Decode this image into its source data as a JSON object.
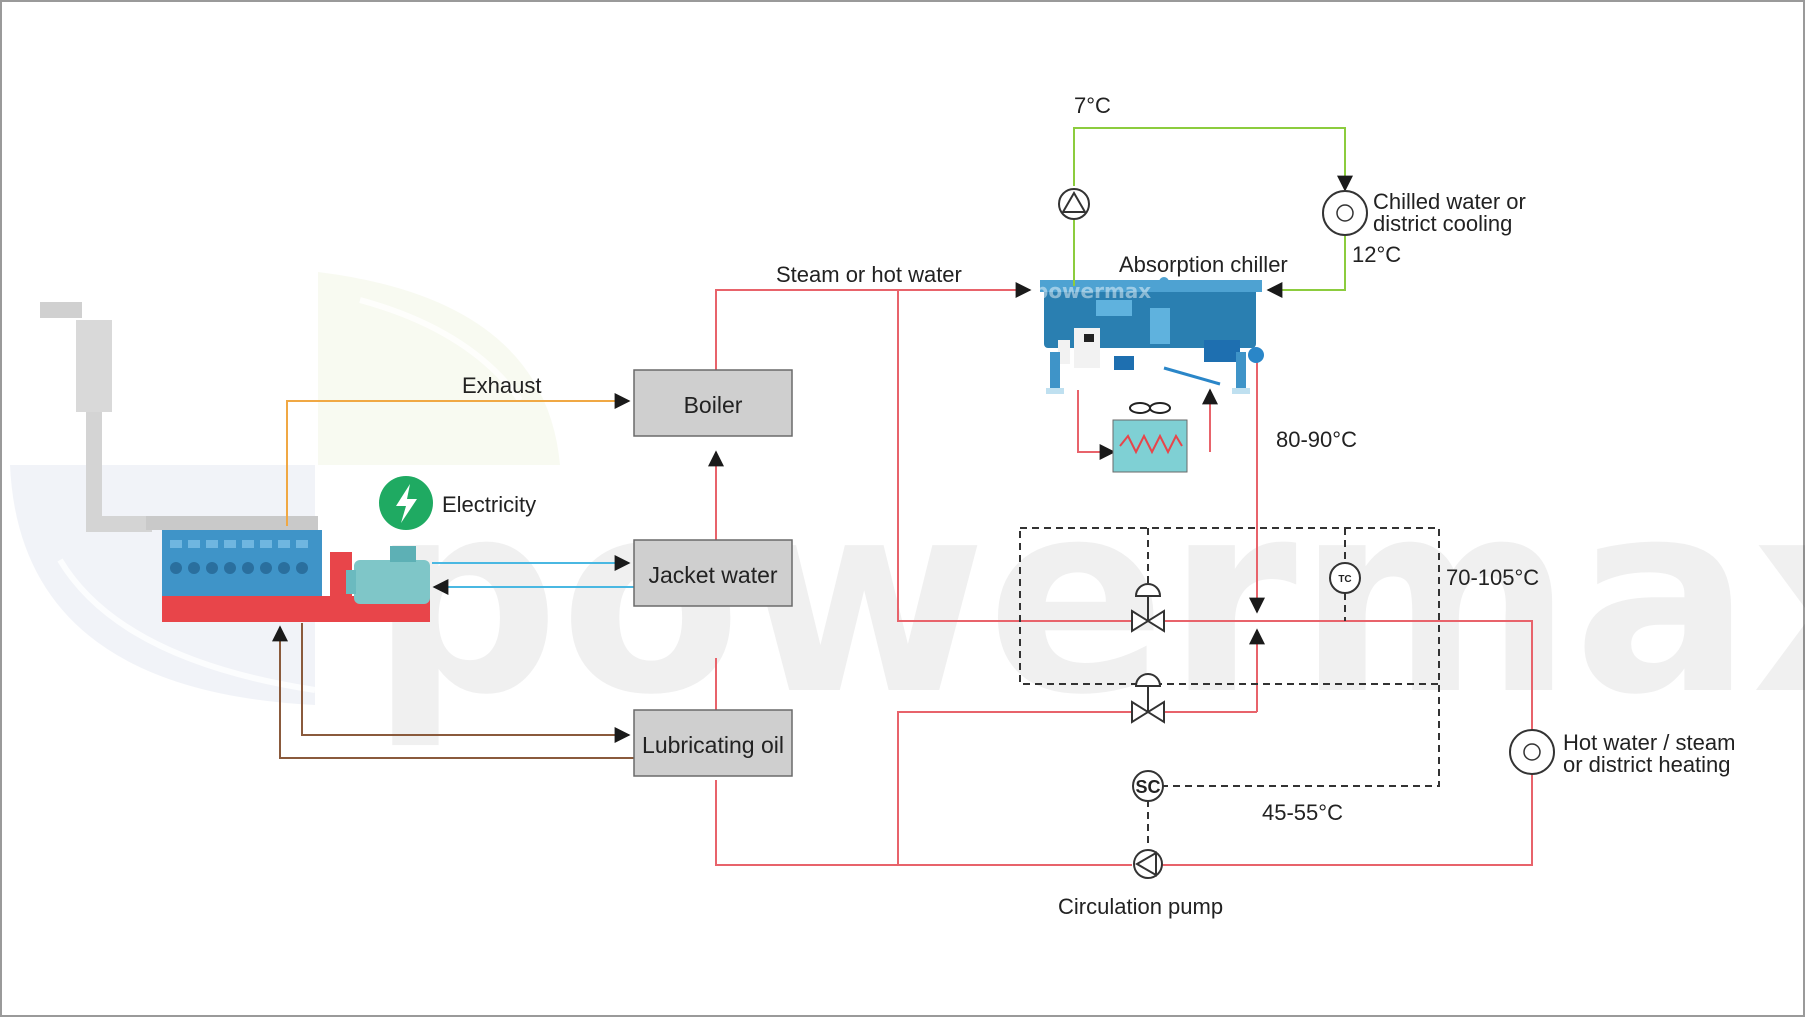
{
  "watermark": {
    "brand": "powermax"
  },
  "colors": {
    "hot_line": "#e8636b",
    "exhaust_line": "#f0a844",
    "electric_line": "#4ab8e2",
    "oil_line": "#8a5a3c",
    "chilled_line": "#8ccc3e",
    "box_fill": "#cfcfcf",
    "box_stroke": "#6a6a6a",
    "electric_badge": "#1faa62",
    "engine_blue": "#3f94c8",
    "engine_red": "#e8454a"
  },
  "icons": {
    "electricity": "lightning-bolt-icon",
    "pump": "pump-triangle-icon",
    "load": "circle-load-icon",
    "valve": "control-valve-icon",
    "temperature_controller": "tc-sensor-icon",
    "speed_controller": "sc-controller-icon",
    "fan": "fan-infinity-icon",
    "heat_exchanger": "heat-exchanger-coil-icon"
  },
  "components": {
    "boiler": "Boiler",
    "jacket_water": "Jacket water",
    "lubricating_oil": "Lubricating oil",
    "absorption_chiller": "Absorption chiller"
  },
  "labels": {
    "exhaust": "Exhaust",
    "electricity": "Electricity",
    "steam_or_hot_water": "Steam or hot water",
    "chilled_line1": "Chilled water or",
    "chilled_line2": "district cooling",
    "hot_line1": "Hot water / steam",
    "hot_line2": "or district heating",
    "circulation_pump": "Circulation pump",
    "tc": "TC",
    "sc": "SC"
  },
  "temperatures": {
    "chilled_supply": "7°C",
    "chilled_return": "12°C",
    "chiller_drive": "80-90°C",
    "heating_supply": "70-105°C",
    "return": "45-55°C"
  }
}
